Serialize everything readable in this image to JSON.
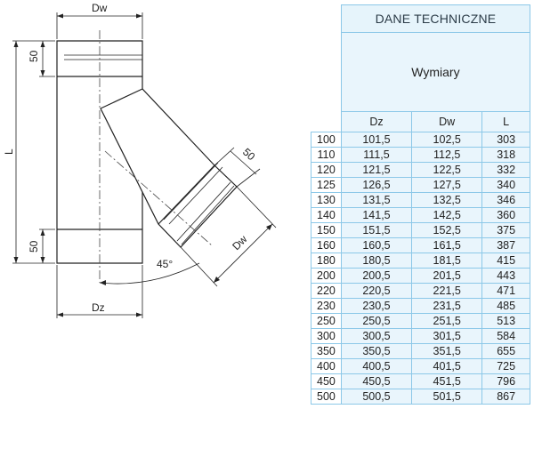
{
  "drawing": {
    "labels": {
      "dw_top": "Dw",
      "fifty_top": "50",
      "l": "L",
      "fifty_bottom": "50",
      "dz": "Dz",
      "angle": "45°",
      "fifty_branch": "50",
      "dw_branch": "Dw"
    }
  },
  "table": {
    "title": "DANE TECHNICZNE",
    "subtitle": "Wymiary",
    "columns": [
      "Dz",
      "Dw",
      "L"
    ],
    "rows": [
      {
        "size": "100",
        "dz": "101,5",
        "dw": "102,5",
        "l": "303"
      },
      {
        "size": "110",
        "dz": "111,5",
        "dw": "112,5",
        "l": "318"
      },
      {
        "size": "120",
        "dz": "121,5",
        "dw": "122,5",
        "l": "332"
      },
      {
        "size": "125",
        "dz": "126,5",
        "dw": "127,5",
        "l": "340"
      },
      {
        "size": "130",
        "dz": "131,5",
        "dw": "132,5",
        "l": "346"
      },
      {
        "size": "140",
        "dz": "141,5",
        "dw": "142,5",
        "l": "360"
      },
      {
        "size": "150",
        "dz": "151,5",
        "dw": "152,5",
        "l": "375"
      },
      {
        "size": "160",
        "dz": "160,5",
        "dw": "161,5",
        "l": "387"
      },
      {
        "size": "180",
        "dz": "180,5",
        "dw": "181,5",
        "l": "415"
      },
      {
        "size": "200",
        "dz": "200,5",
        "dw": "201,5",
        "l": "443"
      },
      {
        "size": "220",
        "dz": "220,5",
        "dw": "221,5",
        "l": "471"
      },
      {
        "size": "230",
        "dz": "230,5",
        "dw": "231,5",
        "l": "485"
      },
      {
        "size": "250",
        "dz": "250,5",
        "dw": "251,5",
        "l": "513"
      },
      {
        "size": "300",
        "dz": "300,5",
        "dw": "301,5",
        "l": "584"
      },
      {
        "size": "350",
        "dz": "350,5",
        "dw": "351,5",
        "l": "655"
      },
      {
        "size": "400",
        "dz": "400,5",
        "dw": "401,5",
        "l": "725"
      },
      {
        "size": "450",
        "dz": "450,5",
        "dw": "451,5",
        "l": "796"
      },
      {
        "size": "500",
        "dz": "500,5",
        "dw": "501,5",
        "l": "867"
      }
    ]
  }
}
